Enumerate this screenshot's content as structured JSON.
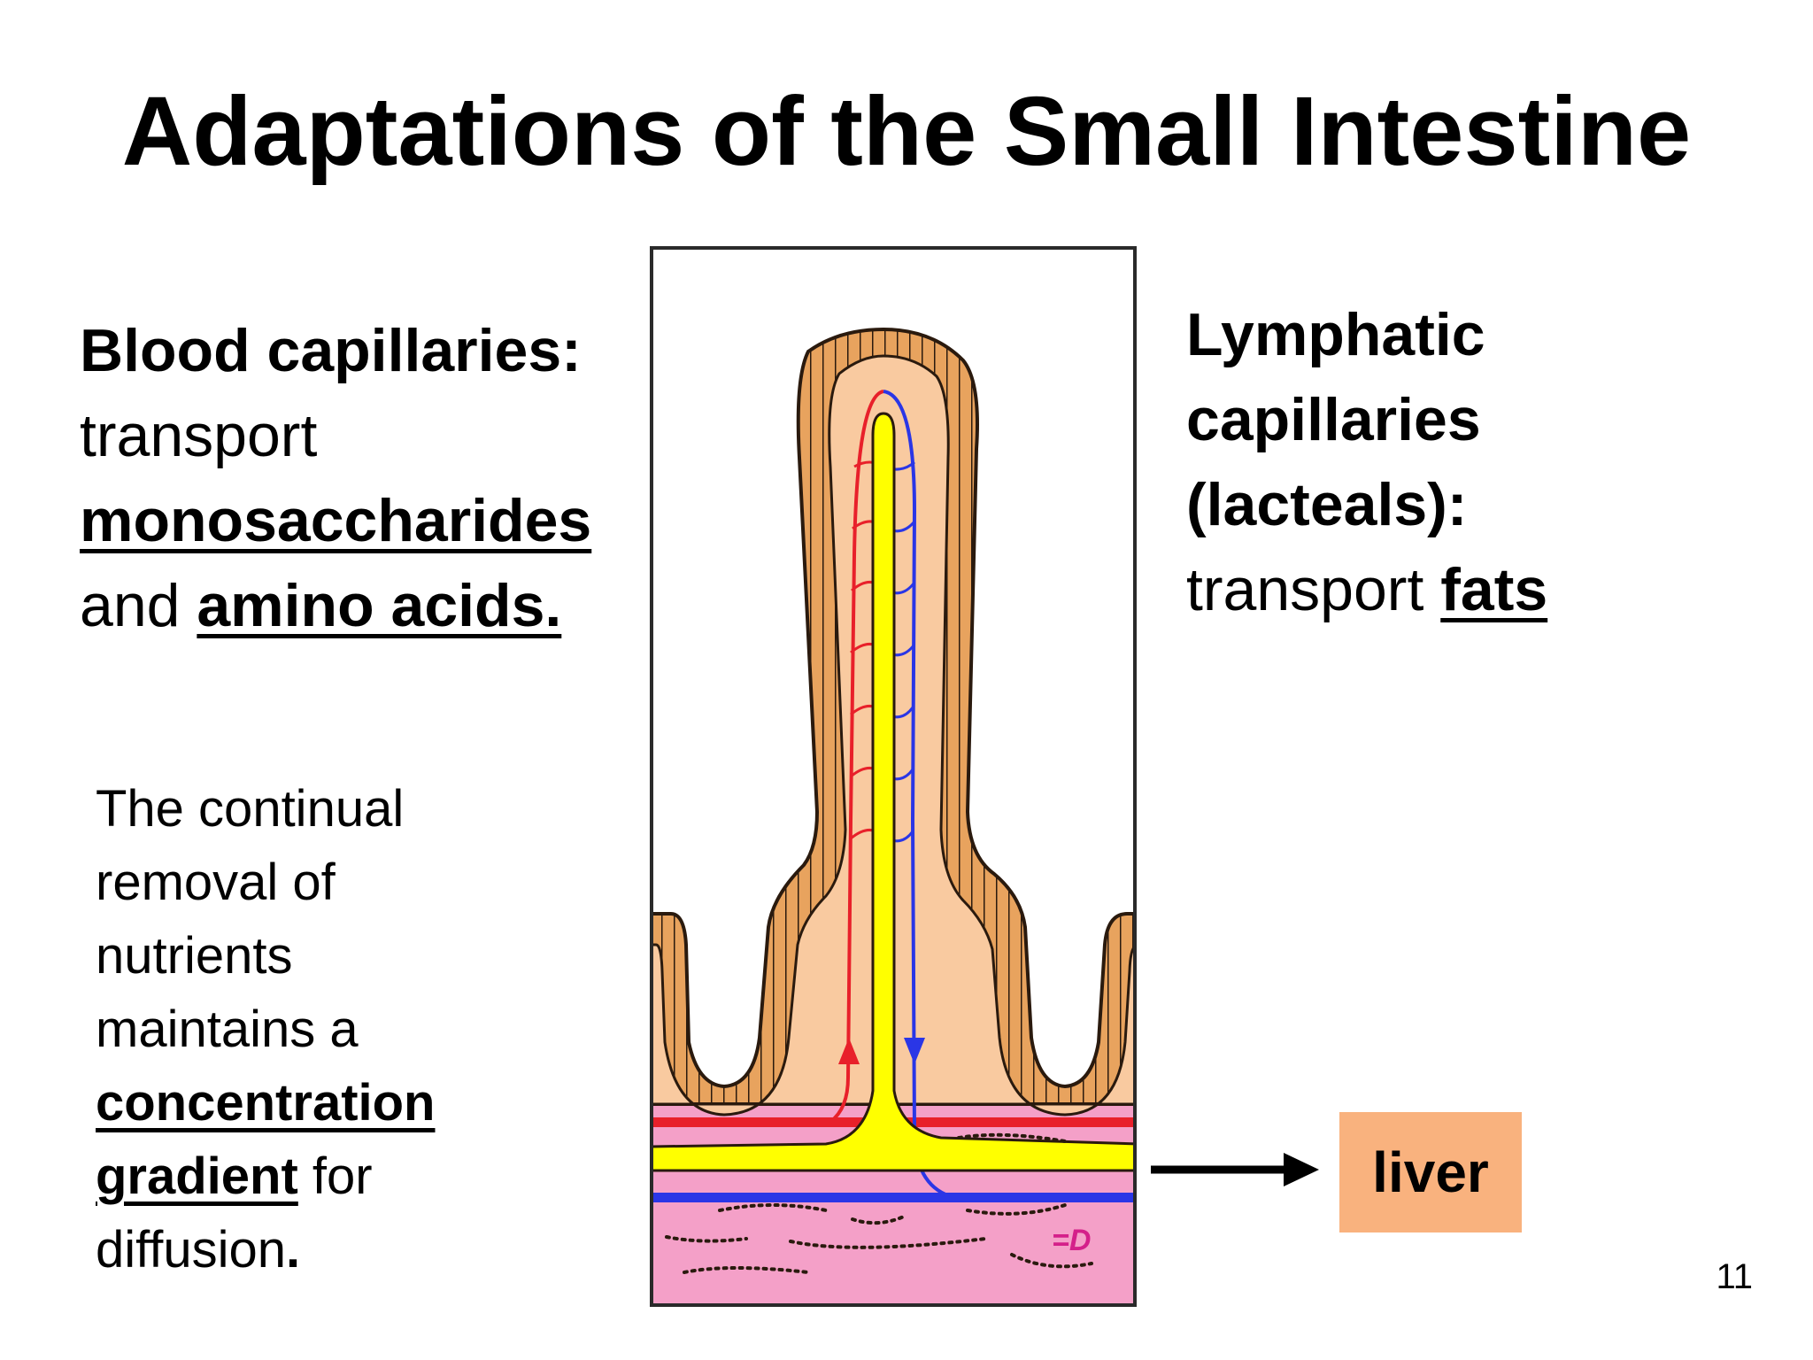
{
  "slide": {
    "title": "Adaptations of the Small Intestine",
    "page_number": "11"
  },
  "blood": {
    "heading": "Blood capillaries:",
    "line2": "transport",
    "nutrient1": "monosaccharides",
    "connector": "and ",
    "nutrient2": "amino acids."
  },
  "lymph": {
    "line1": "Lymphatic",
    "line2": "capillaries",
    "line3": "(lacteals):",
    "line4_prefix": "transport ",
    "nutrient": "fats"
  },
  "note": {
    "line1": "The continual",
    "line2": "removal of",
    "line3": "nutrients",
    "line4": "maintains a",
    "line5": "concentration",
    "line6_em": "gradient",
    "line6_rest": " for",
    "line7": "diffusion",
    "line7_end": "."
  },
  "destination": {
    "label": "liver",
    "color": "#f9b27e"
  },
  "colors": {
    "tissue": "#f9caa0",
    "epithelium": "#e8a35e",
    "outline": "#2a1a0e",
    "lacteal": "#ffff00",
    "artery": "#e8202a",
    "vein": "#2a36e6",
    "submucosa": "#f4a0c8"
  }
}
